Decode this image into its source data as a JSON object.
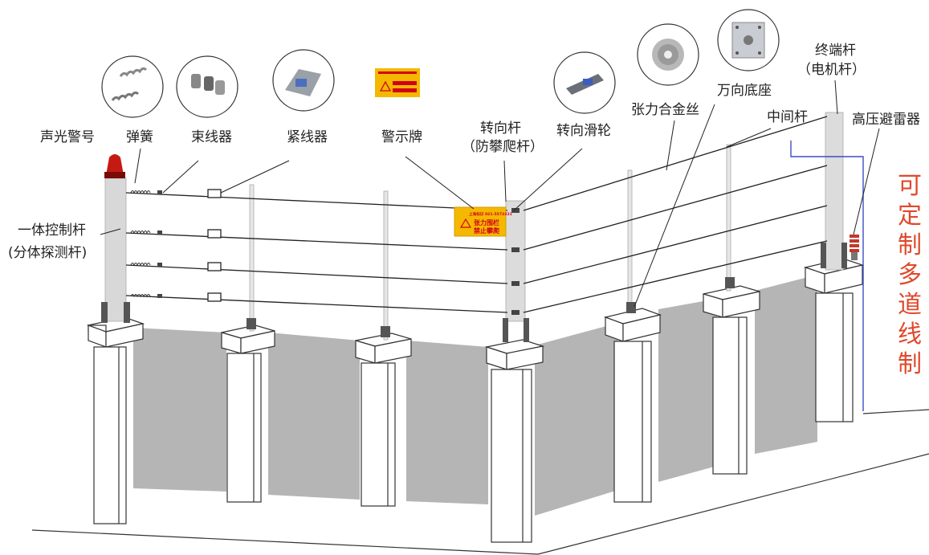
{
  "labels": {
    "alarm": "声光警号",
    "spring": "弹簧",
    "bundler": "束线器",
    "tensioner": "紧线器",
    "warning_sign": "警示牌",
    "turn_pole": "转向杆",
    "turn_pole_sub": "（防攀爬杆）",
    "turn_pulley": "转向滑轮",
    "tension_wire": "张力合金丝",
    "universal_base": "万向底座",
    "middle_pole": "中间杆",
    "end_pole": "终端杆",
    "end_pole_sub": "（电机杆）",
    "lightning_arrester": "高压避雷器",
    "control_pole": "一体控制杆",
    "control_pole_sub": "(分体探测杆)"
  },
  "sign": {
    "header": "上海标识 021-5573321",
    "line1": "张力围栏",
    "line2": "禁止攀爬"
  },
  "side_note": [
    "可",
    "定",
    "制",
    "多",
    "道",
    "线",
    "制"
  ],
  "colors": {
    "note_red": "#e0492c",
    "sign_yellow": "#f5b800",
    "sign_red": "#d0021b",
    "wall_gray": "#b5b5b5",
    "ground_wire_blue": "#3b4fc4"
  }
}
